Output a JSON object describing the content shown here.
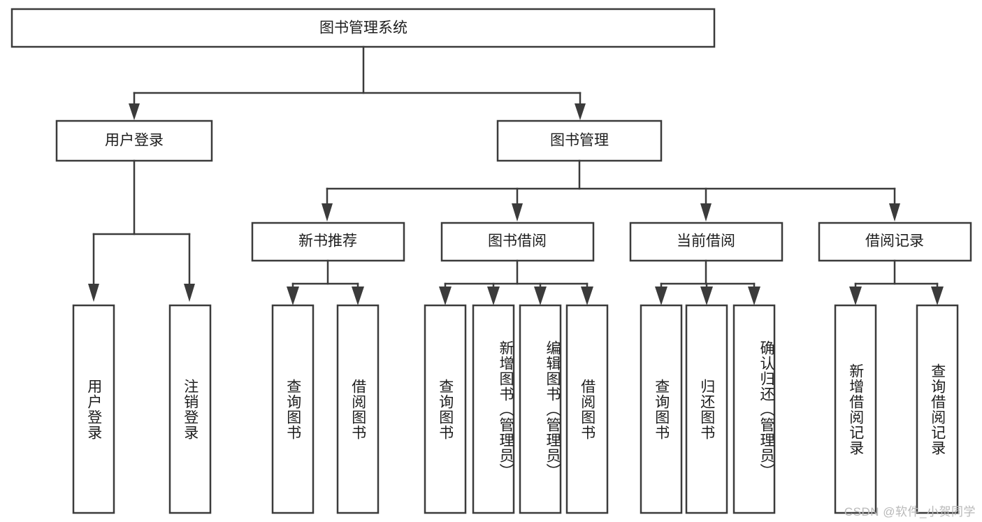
{
  "diagram": {
    "type": "tree-hierarchy",
    "title": "图书管理系统",
    "colors": {
      "box_fill": "#ffffff",
      "box_stroke": "#3b3b3b",
      "text": "#1d1d1d",
      "background": "#ffffff",
      "watermark": "#b9b9b9"
    },
    "root": {
      "label": "图书管理系统"
    },
    "level2": [
      {
        "label": "用户登录"
      },
      {
        "label": "图书管理"
      }
    ],
    "level3": [
      {
        "label": "新书推荐"
      },
      {
        "label": "图书借阅"
      },
      {
        "label": "当前借阅"
      },
      {
        "label": "借阅记录"
      }
    ],
    "leaves_user_login": [
      {
        "label": "用户登录"
      },
      {
        "label": "注销登录"
      }
    ],
    "leaves_new_book": [
      {
        "label": "查询图书"
      },
      {
        "label": "借阅图书"
      }
    ],
    "leaves_book_borrow": [
      {
        "label": "查询图书"
      },
      {
        "label": "新增图书（管理员）"
      },
      {
        "label": "编辑图书（管理员）"
      },
      {
        "label": "借阅图书"
      }
    ],
    "leaves_current_borrow": [
      {
        "label": "查询图书"
      },
      {
        "label": "归还图书"
      },
      {
        "label": "确认归还（管理员）"
      }
    ],
    "leaves_borrow_record": [
      {
        "label": "新增借阅记录"
      },
      {
        "label": "查询借阅记录"
      }
    ]
  },
  "watermark": {
    "text": "CSDN @软件_小贺同学"
  }
}
